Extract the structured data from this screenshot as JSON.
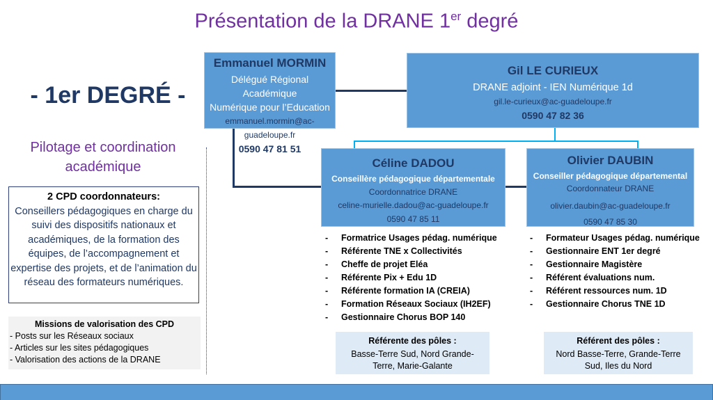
{
  "title": {
    "text": "Présentation de la DRANE 1",
    "sup": "er",
    "suffix": " degré"
  },
  "left": {
    "degre": "- 1er DEGRÉ -",
    "pilotage": "Pilotage et coordination académique",
    "cpd_heading": "2 CPD coordonnateurs:",
    "cpd_text": "Conseillers pédagogiques en charge du suivi des dispositifs nationaux et académiques, de la formation des équipes, de  l’accompagnement et expertise des projets,  et de l’animation du réseau des formateurs numériques.",
    "missions_heading": "Missions de valorisation des CPD",
    "missions": [
      "- Posts sur les Réseaux sociaux",
      "- Articles sur les sites pédagogiques",
      "- Valorisation des actions de la DRANE"
    ]
  },
  "mormin": {
    "name": "Emmanuel MORMIN",
    "role1": "Délégué Régional Académique",
    "role2": "Numérique pour l’Education",
    "email": "emmanuel.mormin@ac-guadeloupe.fr",
    "phone": "0590 47 81 51"
  },
  "curieux": {
    "name": "Gil LE CURIEUX",
    "role": "DRANE adjoint - IEN Numérique 1d",
    "email": "gil.le-curieux@ac-guadeloupe.fr",
    "phone": "0590 47 82 36"
  },
  "dadou": {
    "name": "Céline DADOU",
    "role": "Conseillère pédagogique départementale",
    "sub": "Coordonnatrice DRANE",
    "email": "celine-murielle.dadou@ac-guadeloupe.fr",
    "phone": "0590 47 85 11",
    "tasks": [
      "Formatrice Usages pédag. numérique",
      "Référente TNE x Collectivités",
      "Cheffe de projet Eléa",
      "Référente Pix + Edu 1D",
      "Référente formation IA (CREIA)",
      "Formation Réseaux Sociaux (IH2EF)",
      "Gestionnaire Chorus BOP 140"
    ],
    "pole_heading": "Référente des pôles :",
    "poles": "Basse-Terre Sud, Nord Grande-Terre, Marie-Galante"
  },
  "daubin": {
    "name": "Olivier DAUBIN",
    "role": "Conseiller pédagogique départemental",
    "sub": "Coordonnateur DRANE",
    "email": "olivier.daubin@ac-guadeloupe.fr",
    "phone": "0590 47 85 30",
    "tasks": [
      "Formateur Usages pédag. numérique",
      "Gestionnaire ENT 1er degré",
      "Gestionnaire Magistère",
      "Référent évaluations num.",
      "Référent ressources num. 1D",
      "Gestionnaire Chorus TNE 1D"
    ],
    "pole_heading": "Référent des pôles :",
    "poles": "Nord Basse-Terre, Grande-Terre Sud, Iles du Nord"
  },
  "colors": {
    "purple": "#7030A0",
    "box": "#5B9BD5",
    "navy": "#1F3864",
    "connector": "#00B0F0"
  }
}
